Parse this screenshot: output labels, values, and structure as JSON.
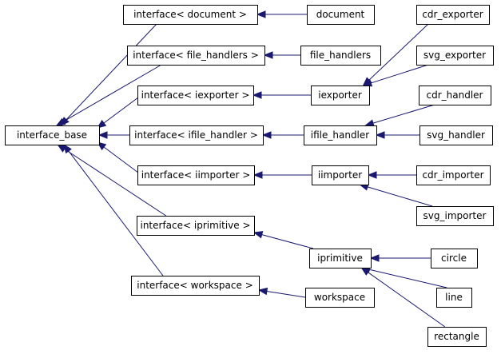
{
  "diagram": {
    "type": "class inheritance graph",
    "colors": {
      "edge": "#191970",
      "node_border": "#000000",
      "node_fill": "#ffffff"
    },
    "nodes": [
      {
        "id": "interface_base",
        "label": "interface_base"
      },
      {
        "id": "if_document",
        "label": "interface< document >"
      },
      {
        "id": "if_file_handlers",
        "label": "interface< file_handlers >"
      },
      {
        "id": "if_iexporter",
        "label": "interface< iexporter >"
      },
      {
        "id": "if_ifile_handler",
        "label": "interface< ifile_handler >"
      },
      {
        "id": "if_iimporter",
        "label": "interface< iimporter >"
      },
      {
        "id": "if_iprimitive",
        "label": "interface< iprimitive >"
      },
      {
        "id": "if_workspace",
        "label": "interface< workspace >"
      },
      {
        "id": "document",
        "label": "document"
      },
      {
        "id": "file_handlers",
        "label": "file_handlers"
      },
      {
        "id": "iexporter",
        "label": "iexporter"
      },
      {
        "id": "ifile_handler",
        "label": "ifile_handler"
      },
      {
        "id": "iimporter",
        "label": "iimporter"
      },
      {
        "id": "iprimitive",
        "label": "iprimitive"
      },
      {
        "id": "workspace",
        "label": "workspace"
      },
      {
        "id": "cdr_exporter",
        "label": "cdr_exporter"
      },
      {
        "id": "svg_exporter",
        "label": "svg_exporter"
      },
      {
        "id": "cdr_handler",
        "label": "cdr_handler"
      },
      {
        "id": "svg_handler",
        "label": "svg_handler"
      },
      {
        "id": "cdr_importer",
        "label": "cdr_importer"
      },
      {
        "id": "svg_importer",
        "label": "svg_importer"
      },
      {
        "id": "circle",
        "label": "circle"
      },
      {
        "id": "line",
        "label": "line"
      },
      {
        "id": "rectangle",
        "label": "rectangle"
      }
    ],
    "edges": [
      {
        "from": "if_document",
        "to": "interface_base"
      },
      {
        "from": "if_file_handlers",
        "to": "interface_base"
      },
      {
        "from": "if_iexporter",
        "to": "interface_base"
      },
      {
        "from": "if_ifile_handler",
        "to": "interface_base"
      },
      {
        "from": "if_iimporter",
        "to": "interface_base"
      },
      {
        "from": "if_iprimitive",
        "to": "interface_base"
      },
      {
        "from": "if_workspace",
        "to": "interface_base"
      },
      {
        "from": "document",
        "to": "if_document"
      },
      {
        "from": "file_handlers",
        "to": "if_file_handlers"
      },
      {
        "from": "iexporter",
        "to": "if_iexporter"
      },
      {
        "from": "ifile_handler",
        "to": "if_ifile_handler"
      },
      {
        "from": "iimporter",
        "to": "if_iimporter"
      },
      {
        "from": "iprimitive",
        "to": "if_iprimitive"
      },
      {
        "from": "workspace",
        "to": "if_workspace"
      },
      {
        "from": "cdr_exporter",
        "to": "iexporter"
      },
      {
        "from": "svg_exporter",
        "to": "iexporter"
      },
      {
        "from": "cdr_handler",
        "to": "ifile_handler"
      },
      {
        "from": "svg_handler",
        "to": "ifile_handler"
      },
      {
        "from": "cdr_importer",
        "to": "iimporter"
      },
      {
        "from": "svg_importer",
        "to": "iimporter"
      },
      {
        "from": "circle",
        "to": "iprimitive"
      },
      {
        "from": "line",
        "to": "iprimitive"
      },
      {
        "from": "rectangle",
        "to": "iprimitive"
      }
    ]
  }
}
